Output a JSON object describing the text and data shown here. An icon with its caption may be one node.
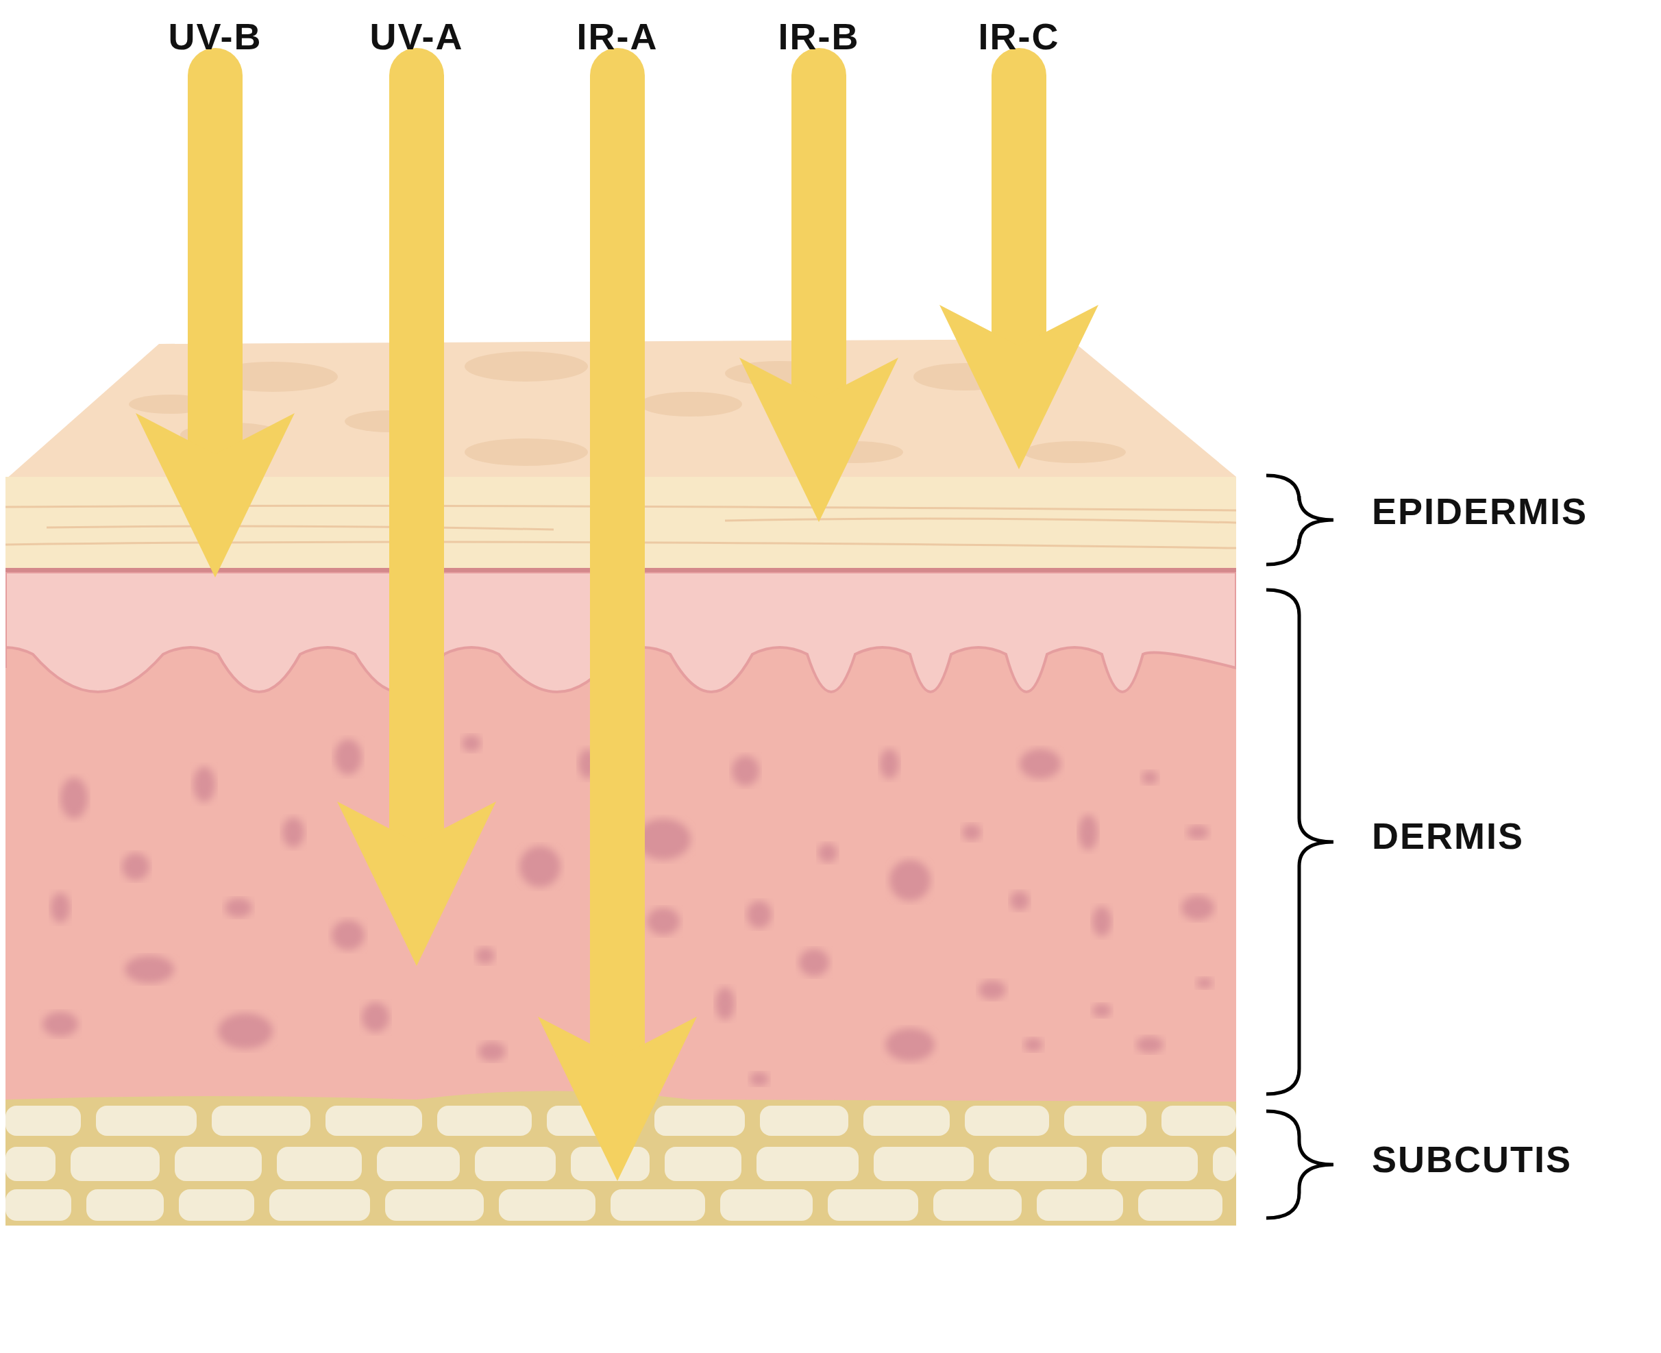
{
  "diagram": {
    "nodes": [
      {
        "text": [
          "UV-B"
        ]
      },
      {
        "text": [
          "UV-A"
        ]
      },
      {
        "text": [
          "IR-A"
        ]
      },
      {
        "text": [
          "IR-B"
        ]
      },
      {
        "text": [
          "IR-C"
        ]
      }
    ],
    "edges": [
      {
        "from": 0,
        "to": null,
        "arrow": "to"
      },
      {
        "from": 1,
        "to": null,
        "arrow": "to"
      },
      {
        "from": 2,
        "to": null,
        "arrow": "to"
      },
      {
        "from": 3,
        "to": null,
        "arrow": "to"
      },
      {
        "from": 4,
        "to": null,
        "arrow": "to"
      }
    ],
    "labels": [
      "EPIDERMIS",
      "DERMIS",
      "SUBCUTIS"
    ]
  }
}
